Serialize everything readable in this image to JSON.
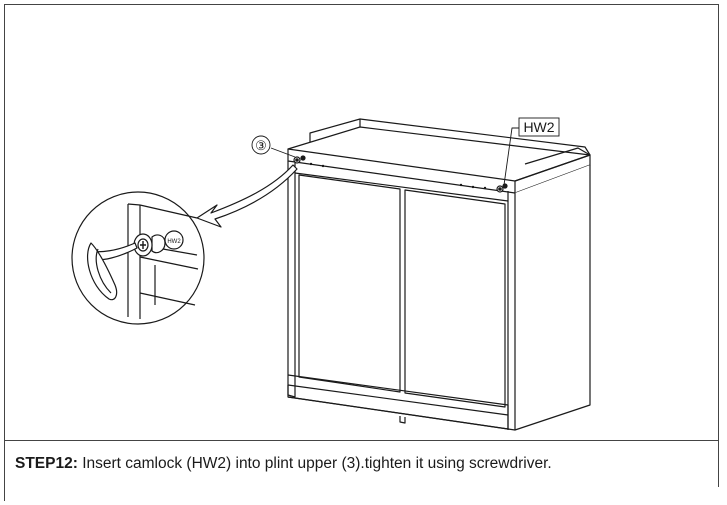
{
  "figure": {
    "callout_part_number": "③",
    "callout_hardware_label": "HW2",
    "inset_hardware_mark": "HW2"
  },
  "caption": {
    "step_label": "STEP12:",
    "instruction": " Insert camlock (HW2) into plint upper (3).tighten it using screwdriver."
  }
}
